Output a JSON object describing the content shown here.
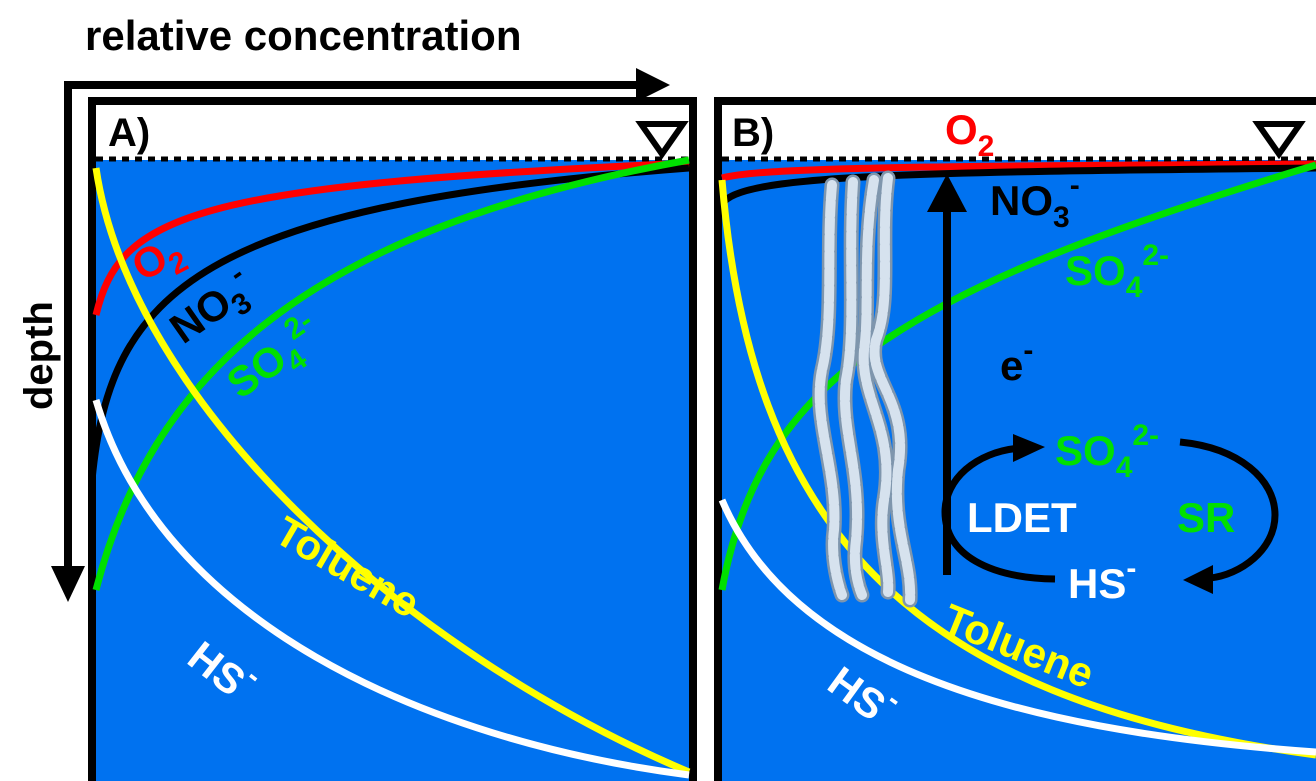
{
  "axes": {
    "x_label": "relative concentration",
    "y_label": "depth"
  },
  "panels": [
    {
      "id": "A",
      "label": "A)",
      "water_table_symbol": "∇",
      "labels": {
        "o2": {
          "base": "O",
          "sub": "2"
        },
        "no3": {
          "base": "NO",
          "sub": "3",
          "sup": "-"
        },
        "so4": {
          "base": "SO",
          "sub": "4",
          "sup": "2-"
        },
        "toluene": "Toluene",
        "hs": {
          "base": "HS",
          "sup": "-"
        }
      }
    },
    {
      "id": "B",
      "label": "B)",
      "water_table_symbol": "∇",
      "labels": {
        "o2": {
          "base": "O",
          "sub": "2"
        },
        "no3": {
          "base": "NO",
          "sub": "3",
          "sup": "-"
        },
        "so4": {
          "base": "SO",
          "sub": "4",
          "sup": "2-"
        },
        "toluene": "Toluene",
        "hs": {
          "base": "HS",
          "sup": "-"
        },
        "electron": {
          "base": "e",
          "sup": "-"
        },
        "cycle_so4": {
          "base": "SO",
          "sub": "4",
          "sup": "2-"
        },
        "cycle_hs": {
          "base": "HS",
          "sup": "-"
        },
        "ldet": "LDET",
        "sr": "SR"
      }
    }
  ],
  "colors": {
    "water": "#0072f0",
    "o2": "#ff0000",
    "no3": "#000000",
    "so4": "#00e000",
    "toluene": "#ffff00",
    "hs": "#ffffff",
    "frame": "#000000",
    "filament": "#c8d6e6"
  }
}
